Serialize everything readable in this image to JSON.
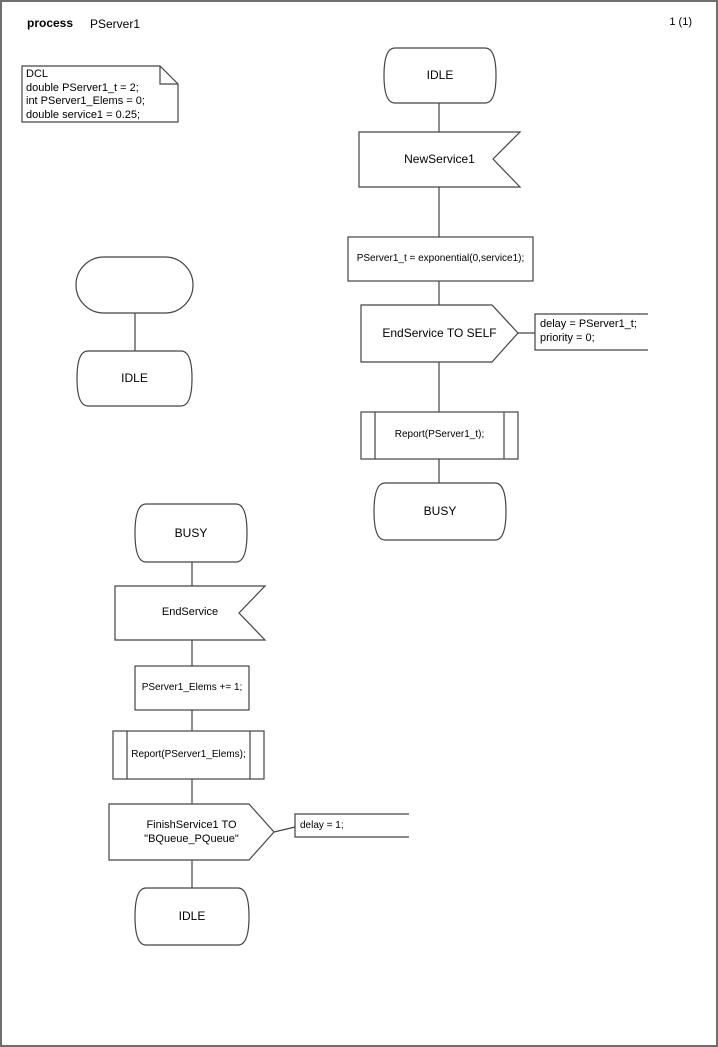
{
  "header": {
    "kind_label": "process",
    "name": "PServer1",
    "page_number": "1 (1)"
  },
  "declarations": {
    "lines": [
      "DCL",
      "double PServer1_t = 2;",
      "int PServer1_Elems = 0;",
      "double service1 = 0.25;"
    ]
  },
  "diagram": {
    "idle_state_transition": {
      "state_start": "IDLE",
      "input": "NewService1",
      "task": "PServer1_t = exponential(0,service1);",
      "output": "EndService TO SELF",
      "comment": [
        "delay = PServer1_t;",
        "priority = 0;"
      ],
      "procedure": "Report(PServer1_t);",
      "state_end": "BUSY"
    },
    "initial_transition": {
      "state": "IDLE"
    },
    "busy_state_transition": {
      "state_start": "BUSY",
      "input": "EndService",
      "task": "PServer1_Elems += 1;",
      "procedure": "Report(PServer1_Elems);",
      "output_line1": "FinishService1 TO",
      "output_line2": "\"BQueue_PQueue\"",
      "comment": [
        "delay = 1;"
      ],
      "state_end": "IDLE"
    }
  },
  "colors": {
    "stroke": "#444444",
    "page_border": "#6e6e6e",
    "background": "#ffffff",
    "text": "#000000"
  }
}
